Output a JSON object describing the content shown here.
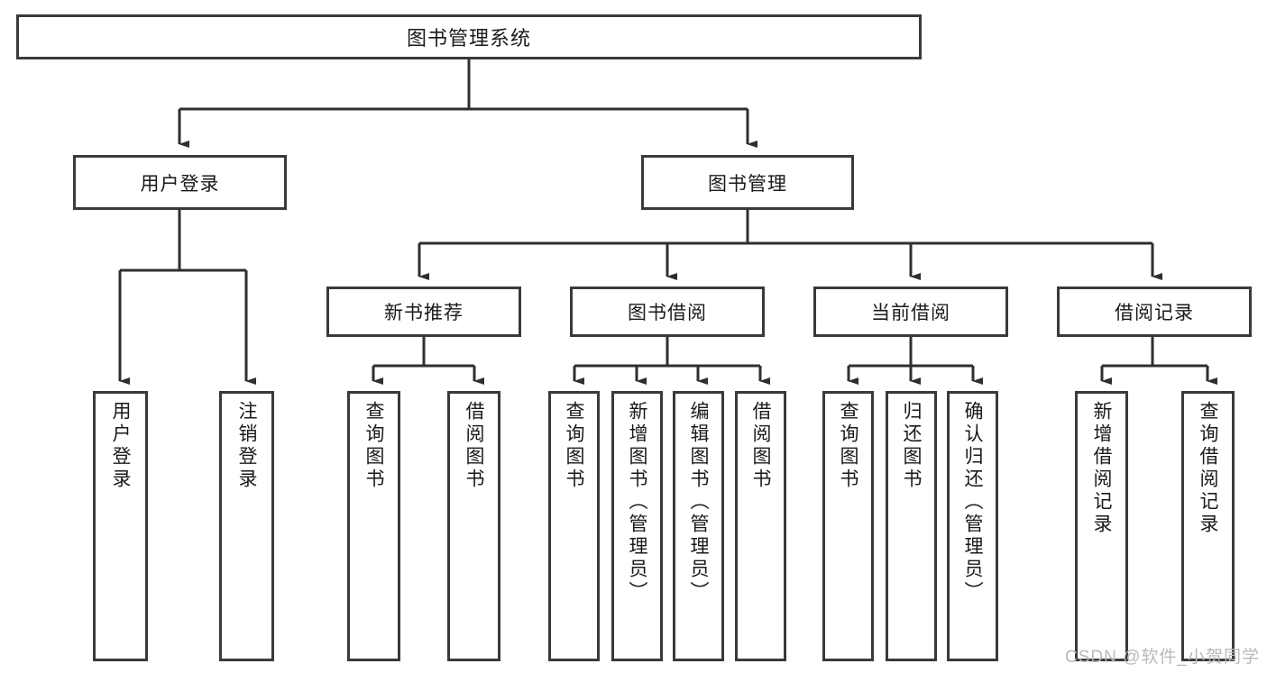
{
  "diagram": {
    "type": "hierarchy-tree",
    "title": "图书管理系统",
    "theme": {
      "border_color": "#3a3a3a",
      "box_fill": "#ffffff",
      "text_color": "#1a1a1a",
      "connector_color": "#2f2f2f",
      "watermark_color": "#b9b9b9"
    },
    "levels": [
      {
        "level": 1,
        "nodes": [
          {
            "id": "root",
            "label": "图书管理系统"
          }
        ]
      },
      {
        "level": 2,
        "nodes": [
          {
            "id": "user-login",
            "label": "用户登录",
            "parent": "root"
          },
          {
            "id": "book-manage",
            "label": "图书管理",
            "parent": "root"
          }
        ]
      },
      {
        "level": 3,
        "nodes": [
          {
            "id": "new-book-rec",
            "label": "新书推荐",
            "parent": "book-manage"
          },
          {
            "id": "book-borrow",
            "label": "图书借阅",
            "parent": "book-manage"
          },
          {
            "id": "current-borrow",
            "label": "当前借阅",
            "parent": "book-manage"
          },
          {
            "id": "borrow-record",
            "label": "借阅记录",
            "parent": "book-manage"
          }
        ]
      },
      {
        "level": 4,
        "nodes": [
          {
            "id": "leaf-1",
            "label": "用户登录",
            "parent": "user-login"
          },
          {
            "id": "leaf-2",
            "label": "注销登录",
            "parent": "user-login"
          },
          {
            "id": "leaf-3",
            "label": "查询图书",
            "parent": "new-book-rec"
          },
          {
            "id": "leaf-4",
            "label": "借阅图书",
            "parent": "new-book-rec"
          },
          {
            "id": "leaf-5",
            "label": "查询图书",
            "parent": "book-borrow"
          },
          {
            "id": "leaf-6",
            "label": "新增图书（管理员）",
            "parent": "book-borrow"
          },
          {
            "id": "leaf-7",
            "label": "编辑图书（管理员）",
            "parent": "book-borrow"
          },
          {
            "id": "leaf-8",
            "label": "借阅图书",
            "parent": "book-borrow"
          },
          {
            "id": "leaf-9",
            "label": "查询图书",
            "parent": "current-borrow"
          },
          {
            "id": "leaf-10",
            "label": "归还图书",
            "parent": "current-borrow"
          },
          {
            "id": "leaf-11",
            "label": "确认归还（管理员）",
            "parent": "current-borrow"
          },
          {
            "id": "leaf-12",
            "label": "新增借阅记录",
            "parent": "borrow-record"
          },
          {
            "id": "leaf-13",
            "label": "查询借阅记录",
            "parent": "borrow-record"
          }
        ]
      }
    ]
  },
  "watermark": {
    "text": "CSDN @软件_小贺同学"
  }
}
